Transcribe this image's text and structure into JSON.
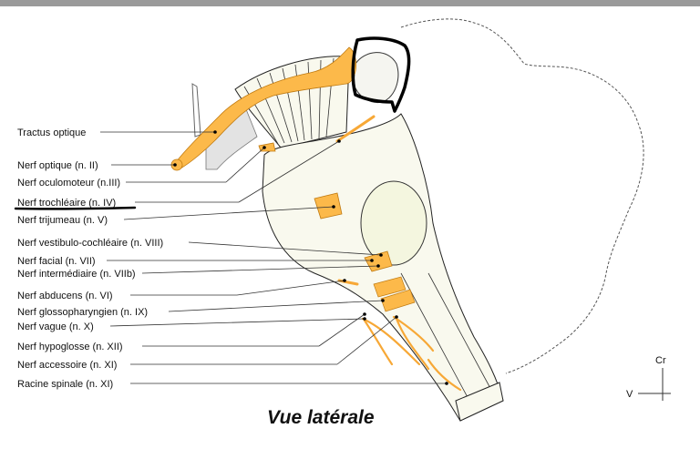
{
  "title": "Vue latérale",
  "labels": [
    {
      "id": "tractus-optique",
      "text": "Tractus optique"
    },
    {
      "id": "nerf-optique",
      "text": "Nerf optique (n. II)"
    },
    {
      "id": "nerf-oculomoteur",
      "text": "Nerf oculomoteur (n.III)"
    },
    {
      "id": "nerf-trochleaire",
      "text": "Nerf trochléaire (n. IV)"
    },
    {
      "id": "nerf-trijumeau",
      "text": "Nerf trijumeau (n. V)"
    },
    {
      "id": "nerf-vestibulo-cochleaire",
      "text": "Nerf vestibulo-cochléaire (n. VIII)"
    },
    {
      "id": "nerf-facial",
      "text": "Nerf facial (n. VII)"
    },
    {
      "id": "nerf-intermediaire",
      "text": "Nerf intermédiaire (n. VIIb)"
    },
    {
      "id": "nerf-abducens",
      "text": "Nerf abducens (n. VI)"
    },
    {
      "id": "nerf-glossopharyngien",
      "text": "Nerf glossopharyngien (n. IX)"
    },
    {
      "id": "nerf-vague",
      "text": "Nerf vague (n. X)"
    },
    {
      "id": "nerf-hypoglosse",
      "text": "Nerf hypoglosse (n. XII)"
    },
    {
      "id": "nerf-accessoire",
      "text": "Nerf accessoire (n. XI)"
    },
    {
      "id": "racine-spinale",
      "text": "Racine spinale (n. XI)"
    }
  ],
  "orientation": {
    "cranial": "Cr",
    "ventral": "V"
  },
  "colors": {
    "nerve": "#fcb94a",
    "stem": "#f9f9ee",
    "annotation": "#000000"
  },
  "annotations": {
    "underlined_label": "nerf-trochleaire",
    "circled_region": "colliculi"
  }
}
